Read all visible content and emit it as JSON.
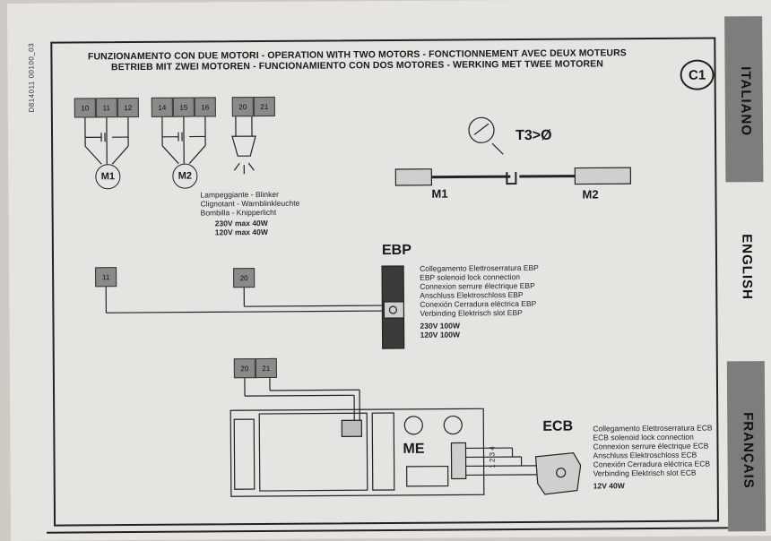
{
  "doc_id": "D814011 00100_03",
  "title_line1": "FUNZIONAMENTO CON DUE MOTORI - OPERATION WITH TWO MOTORS - FONCTIONNEMENT AVEC DEUX MOTEURS",
  "title_line2": "BETRIEB MIT ZWEI MOTOREN - FUNCIONAMIENTO CON DOS MOTORES - WERKING MET TWEE MOTOREN",
  "badge": "C1",
  "tabs": [
    "ITALIANO",
    "ENGLISH",
    "FRANÇAIS"
  ],
  "terminals_m1": [
    "10",
    "11",
    "12"
  ],
  "terminals_m2": [
    "14",
    "15",
    "16"
  ],
  "terminals_lamp": [
    "20",
    "21"
  ],
  "motor_m1": "M1",
  "motor_m2": "M2",
  "lamp_lines": [
    "Lampeggiante - Blinker",
    "Clignotant - Warnblinkleuchte",
    "Bombilla - Knipperlicht"
  ],
  "lamp_power": [
    "230V max 40W",
    "120V max 40W"
  ],
  "t3_label": "T3>Ø",
  "gate_m1": "M1",
  "gate_m2": "M2",
  "ebp_term_a": "11",
  "ebp_term_b": "20",
  "ebp_title": "EBP",
  "ebp_lines": [
    "Collegamento Elettroserratura EBP",
    "EBP solenoid lock connection",
    "Connexion serrure électrique EBP",
    "Anschluss Elektroschloss EBP",
    "Conexión Cerradura eléctrica EBP",
    "Verbinding Elektrisch slot EBP"
  ],
  "ebp_power": [
    "230V 100W",
    "120V 100W"
  ],
  "ecb_terminals": [
    "20",
    "21"
  ],
  "me_label": "ME",
  "me_pins": [
    "1",
    "2",
    "3",
    "4"
  ],
  "ecb_title": "ECB",
  "ecb_lines": [
    "Collegamento Elettroserratura ECB",
    "ECB solenoid lock connection",
    "Connexion serrure électrique ECB",
    "Anschluss Elektroschloss ECB",
    "Conexión Cerradura eléctrica ECB",
    "Verbinding Elektrisch slot ECB"
  ],
  "ecb_power": "12V 40W"
}
